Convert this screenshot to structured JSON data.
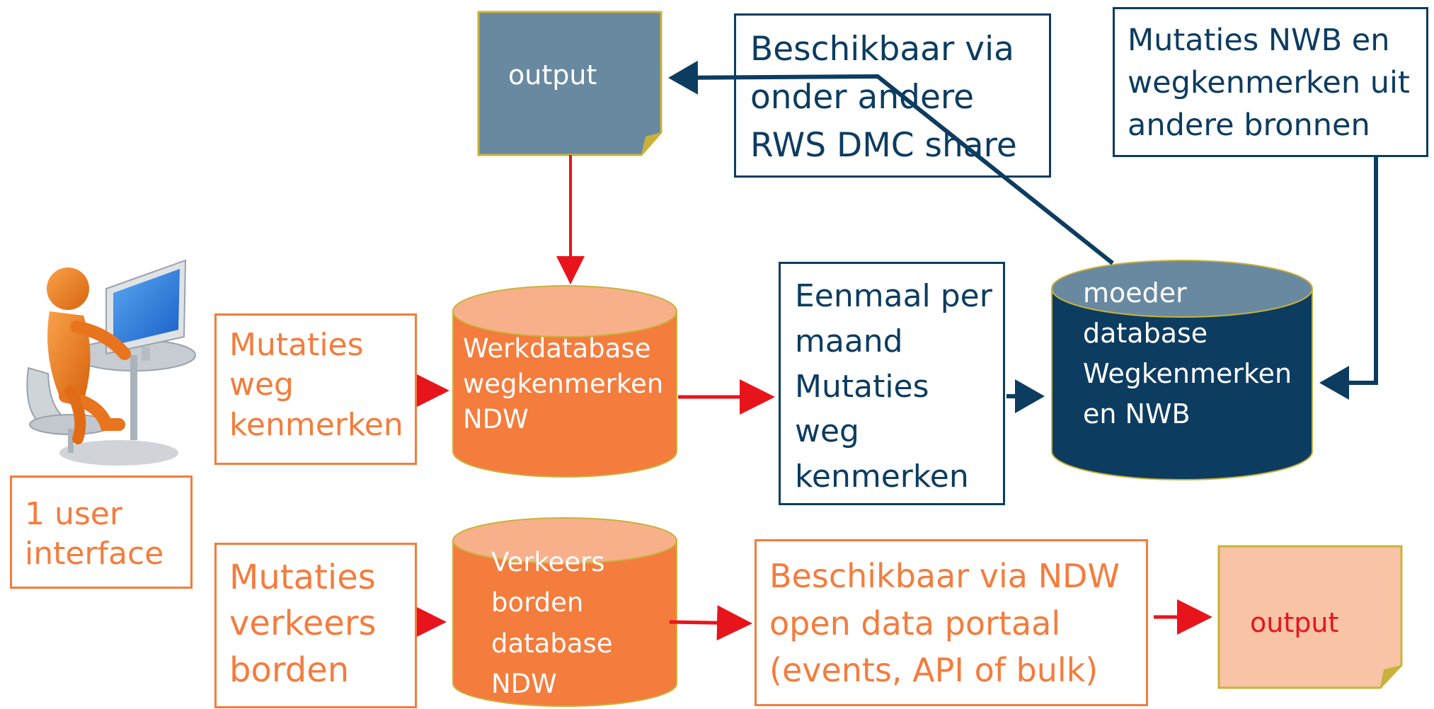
{
  "user": {
    "label": [
      "1 user",
      "interface"
    ]
  },
  "inputs": {
    "mutaties_weg": [
      "Mutaties",
      "weg",
      "kenmerken"
    ],
    "mutaties_verkeers": [
      "Mutaties",
      "verkeers",
      "borden"
    ]
  },
  "databases": {
    "werkdatabase": [
      "Werkdatabase",
      "wegkenmerken",
      "NDW"
    ],
    "verkeersborden": [
      "Verkeers",
      "borden",
      "database",
      "NDW"
    ],
    "moeder": [
      "moeder",
      "database",
      "Wegkenmerken",
      "en NWB"
    ]
  },
  "notes": {
    "output_top": "output",
    "output_bottom": "output"
  },
  "callouts": {
    "beschikbaar_dmc": [
      "Beschikbaar via",
      "onder andere",
      "RWS DMC share"
    ],
    "mutaties_nwb": [
      "Mutaties NWB en",
      "wegkenmerken uit",
      "andere bronnen"
    ],
    "eenmaal": [
      "Eenmaal per",
      "maand",
      "Mutaties",
      "weg",
      "kenmerken"
    ],
    "beschikbaar_ndw": [
      "Beschikbaar via NDW",
      "open data portaal",
      "(events, API of bulk)"
    ]
  },
  "colors": {
    "orange": "#f47c3c",
    "orange_light": "#f8b08a",
    "peach": "#f9c3a6",
    "navy": "#0c3c60",
    "slate": "#6889a0",
    "red_arrow": "#e8141c",
    "gold_border": "#c9b23a"
  },
  "icons": {
    "user": "person-at-computer-icon"
  }
}
